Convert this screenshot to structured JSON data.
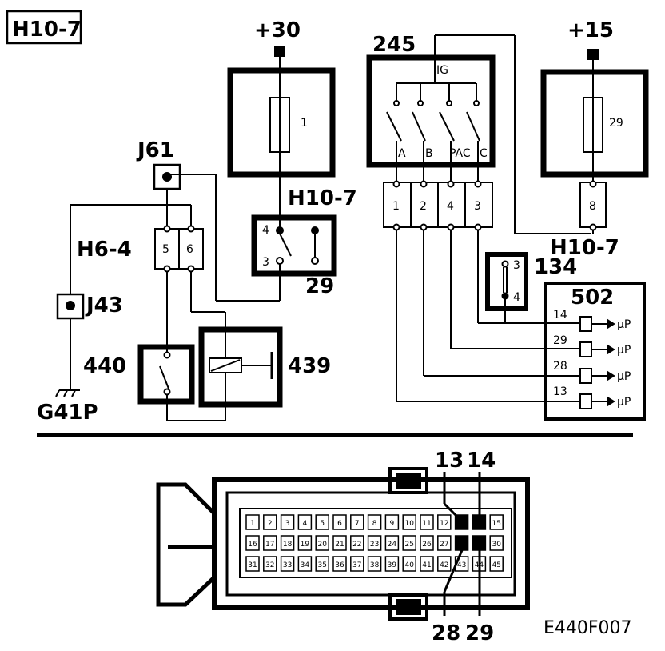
{
  "page_id": "H10-7",
  "figure_ref": "E440F007",
  "supplies": {
    "battery": "+30",
    "ignition": "+15"
  },
  "fuses": {
    "left_number": "1",
    "right_number": "29"
  },
  "relay": {
    "label": "29",
    "pin_top": "4",
    "pin_bottom": "3"
  },
  "ignition_switch": {
    "label": "245",
    "center_label": "IG",
    "contacts": [
      "A",
      "B",
      "PAC",
      "C"
    ]
  },
  "connector_h10_7": {
    "label": "H10-7",
    "pins": [
      "1",
      "2",
      "4",
      "3"
    ],
    "right_pin": "8",
    "right_label": "H10-7"
  },
  "connector_h6_4": {
    "label": "H6-4",
    "pins": [
      "5",
      "6"
    ]
  },
  "junctions": {
    "j61": "J61",
    "j43": "J43"
  },
  "ground": "G41P",
  "switch_440": "440",
  "solenoid_439": "439",
  "diode_134": {
    "label": "134",
    "pin_top": "3",
    "pin_bottom": "4"
  },
  "module_502": {
    "label": "502",
    "inputs": [
      {
        "pin": "14",
        "tag": "µP"
      },
      {
        "pin": "29",
        "tag": "µP"
      },
      {
        "pin": "28",
        "tag": "µP"
      },
      {
        "pin": "13",
        "tag": "µP"
      }
    ]
  },
  "ecu_connector": {
    "pin_callouts_top": [
      "13",
      "14"
    ],
    "pin_callouts_bottom": [
      "28",
      "29"
    ],
    "row1": [
      "1",
      "2",
      "3",
      "4",
      "5",
      "6",
      "7",
      "8",
      "9",
      "10",
      "11",
      "12",
      "13",
      "14",
      "15"
    ],
    "row2": [
      "16",
      "17",
      "18",
      "19",
      "20",
      "21",
      "22",
      "23",
      "24",
      "25",
      "26",
      "27",
      "28",
      "29",
      "30"
    ],
    "row3": [
      "31",
      "32",
      "33",
      "34",
      "35",
      "36",
      "37",
      "38",
      "39",
      "40",
      "41",
      "42",
      "43",
      "44",
      "45"
    ]
  }
}
